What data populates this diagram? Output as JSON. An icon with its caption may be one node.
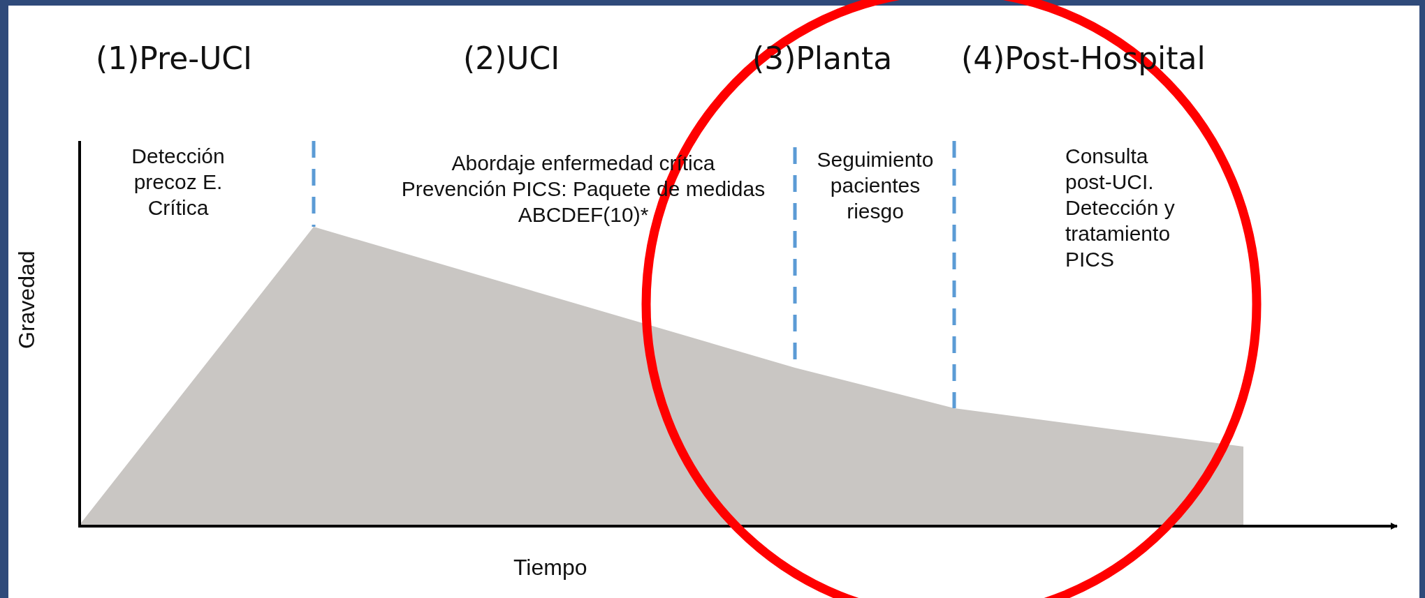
{
  "diagram": {
    "labels": [
      "(1)Pre-UCI",
      "(2)UCI",
      "(3)Planta",
      "(4)Post-Hospital",
      "Detección precoz E. Crítica",
      "Abordaje enfermedad crítica Prevención PICS: Paquete de medidas ABCDEF(10)*",
      "Seguimiento pacientes riesgo",
      "Consulta post-UCI. Detección y tratamiento PICS",
      "Gravedad",
      "Tiempo"
    ]
  }
}
